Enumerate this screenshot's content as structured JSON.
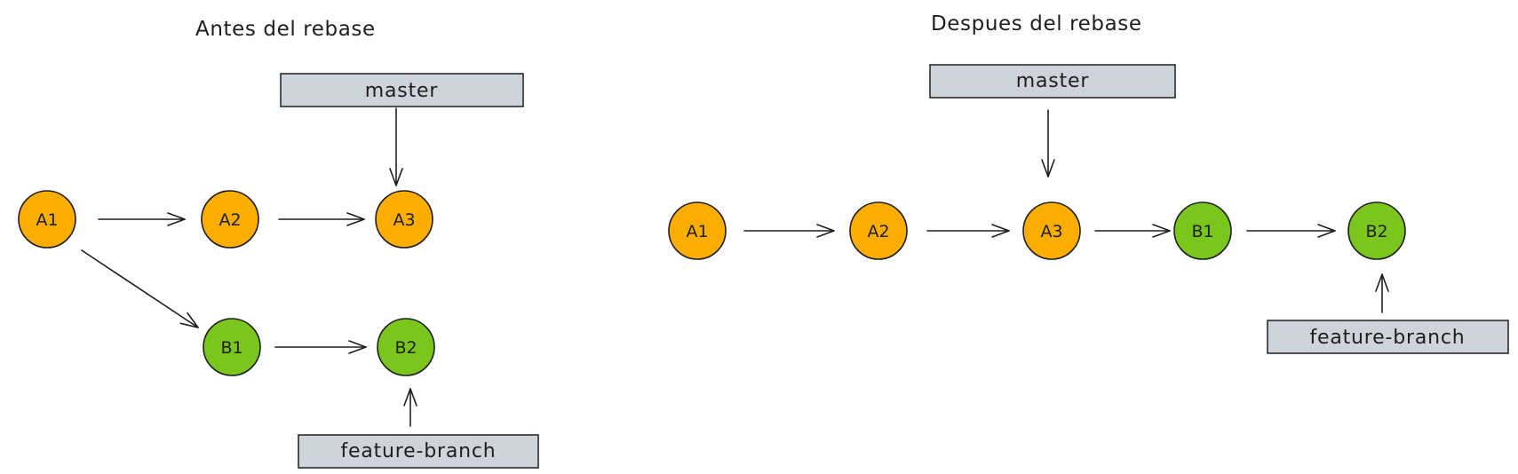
{
  "before": {
    "title": "Antes del rebase",
    "master_label": "master",
    "feature_label": "feature-branch",
    "commits": [
      {
        "id": "A1",
        "color": "#fcae00"
      },
      {
        "id": "A2",
        "color": "#fcae00"
      },
      {
        "id": "A3",
        "color": "#fcae00"
      },
      {
        "id": "B1",
        "color": "#7bc61d"
      },
      {
        "id": "B2",
        "color": "#7bc61d"
      }
    ]
  },
  "after": {
    "title": "Despues del rebase",
    "master_label": "master",
    "feature_label": "feature-branch",
    "commits": [
      {
        "id": "A1",
        "color": "#fcae00"
      },
      {
        "id": "A2",
        "color": "#fcae00"
      },
      {
        "id": "A3",
        "color": "#fcae00"
      },
      {
        "id": "B1",
        "color": "#7bc61d"
      },
      {
        "id": "B2",
        "color": "#7bc61d"
      }
    ]
  },
  "colors": {
    "main_commit": "#fcae00",
    "feature_commit": "#7bc61d",
    "branch_label_bg": "#ced4da",
    "ink": "#1e1e1e"
  }
}
